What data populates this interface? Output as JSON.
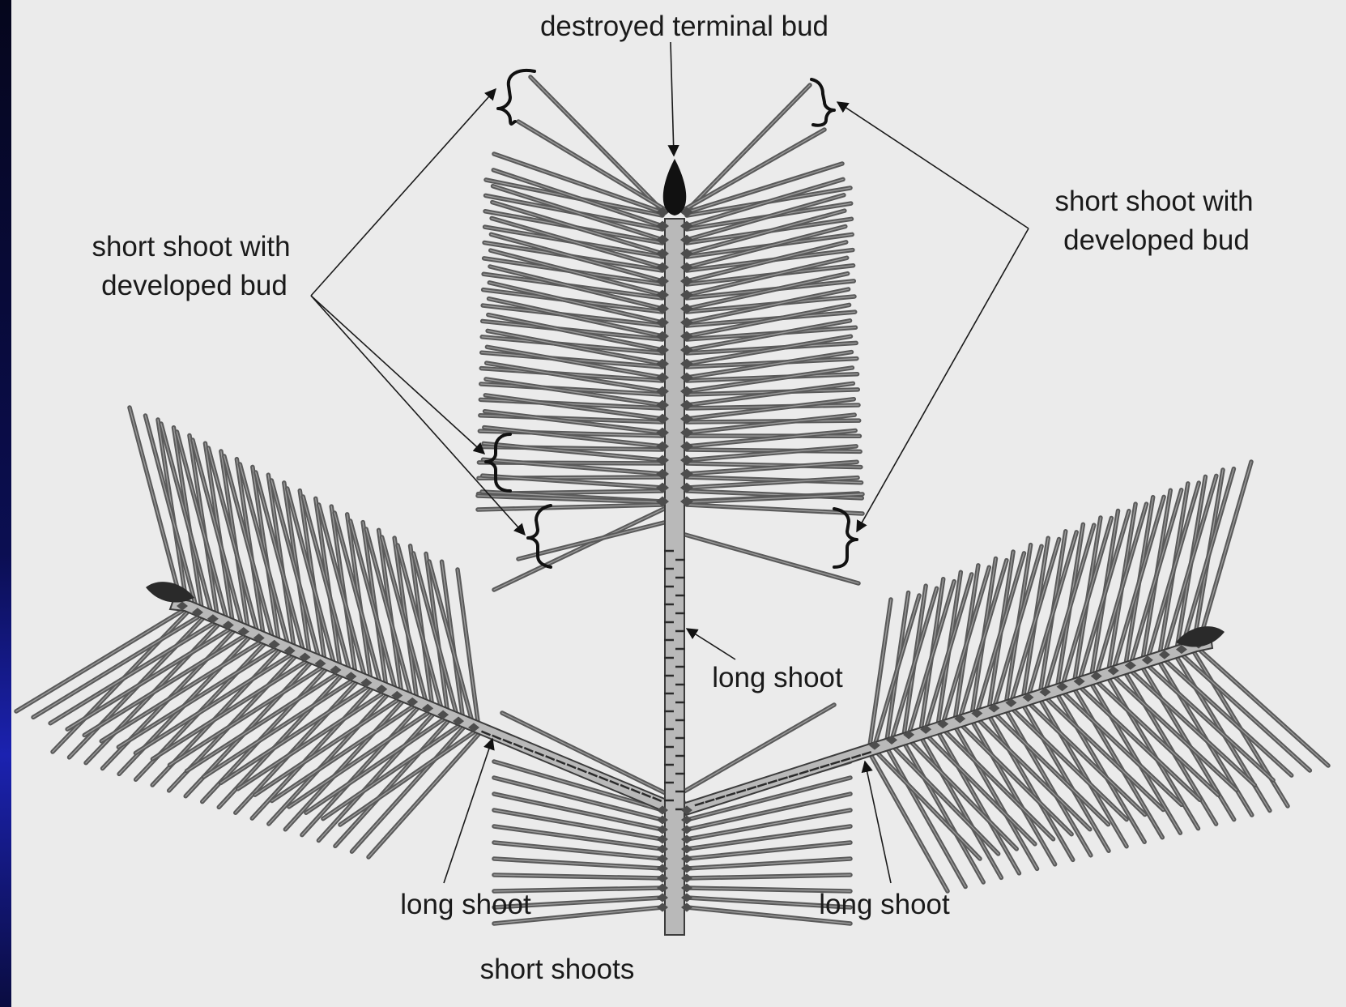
{
  "colors": {
    "canvas": "#ebebeb",
    "slide_background": "#0d0f4a",
    "label_text": "#1a1a1a",
    "needle": "#5a5a5a",
    "stem": "#b9b9b9",
    "terminal_bud": "#111111"
  },
  "labels": {
    "destroyed_terminal_bud": "destroyed terminal bud",
    "short_shoot_left_line1": "short shoot with",
    "short_shoot_left_line2": "developed bud",
    "short_shoot_right_line1": "short shoot with",
    "short_shoot_right_line2": "developed bud",
    "long_shoot_center": "long shoot",
    "long_shoot_left": "long shoot",
    "long_shoot_right": "long shoot",
    "short_shoots": "short shoots"
  }
}
